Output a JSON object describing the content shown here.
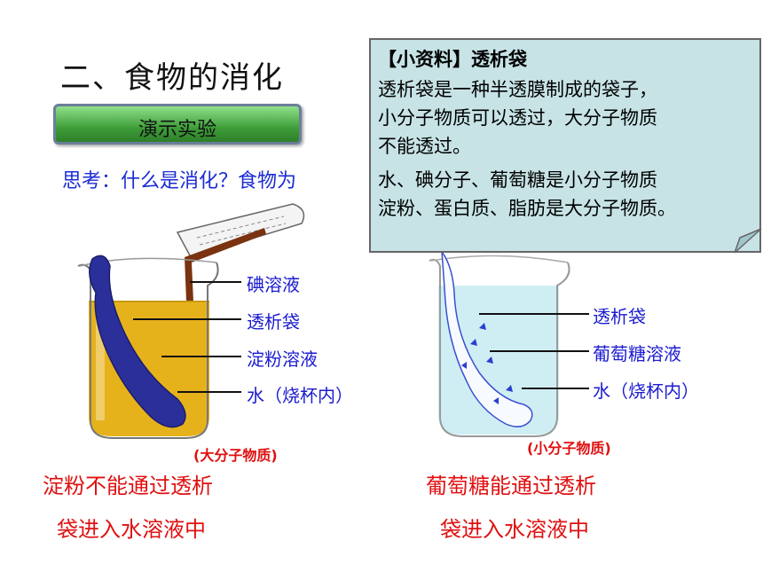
{
  "title": "二、食物的消化",
  "demo_button": "演示实验",
  "question": "思考：什么是消化？食物为",
  "note": {
    "heading": "【小资料】透析袋",
    "lines": [
      "透析袋是一种半透膜制成的袋子，",
      "小分子物质可以透过，大分子物质",
      "不能透过。",
      "水、碘分子、葡萄糖是小分子物质",
      "淀粉、蛋白质、脂肪是大分子物质。"
    ]
  },
  "left_labels": {
    "iodine": "碘溶液",
    "bag": "透析袋",
    "starch": "淀粉溶液",
    "water": "水（烧杯内）"
  },
  "right_labels": {
    "bag": "透析袋",
    "glucose": "葡萄糖溶液",
    "water": "水（烧杯内）"
  },
  "left_tag": "(大分子物质)",
  "right_tag": "(小分子物质)",
  "left_conclusion": [
    "淀粉不能通过透析",
    "袋进入水溶液中"
  ],
  "right_conclusion": [
    "葡萄糖能通过透析",
    "袋进入水溶液中"
  ],
  "colors": {
    "label_blue": "#1b1bd0",
    "conclusion_red": "#e01010",
    "note_bg": "#c7e3e6",
    "yellow_liquid": "#e6b21c",
    "bag_blue": "#2b2f9a"
  }
}
